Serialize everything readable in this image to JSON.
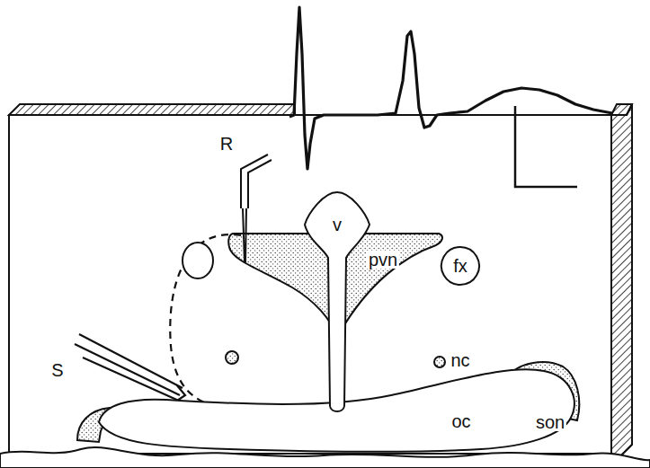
{
  "diagram": {
    "nodes": [
      {
        "text": [
          "v"
        ]
      },
      {
        "text": [
          "pvn"
        ]
      },
      {
        "text": [
          "fx"
        ]
      },
      {
        "text": [
          "oc"
        ]
      }
    ],
    "labels": [
      "R",
      "S",
      "nc",
      "son"
    ]
  }
}
